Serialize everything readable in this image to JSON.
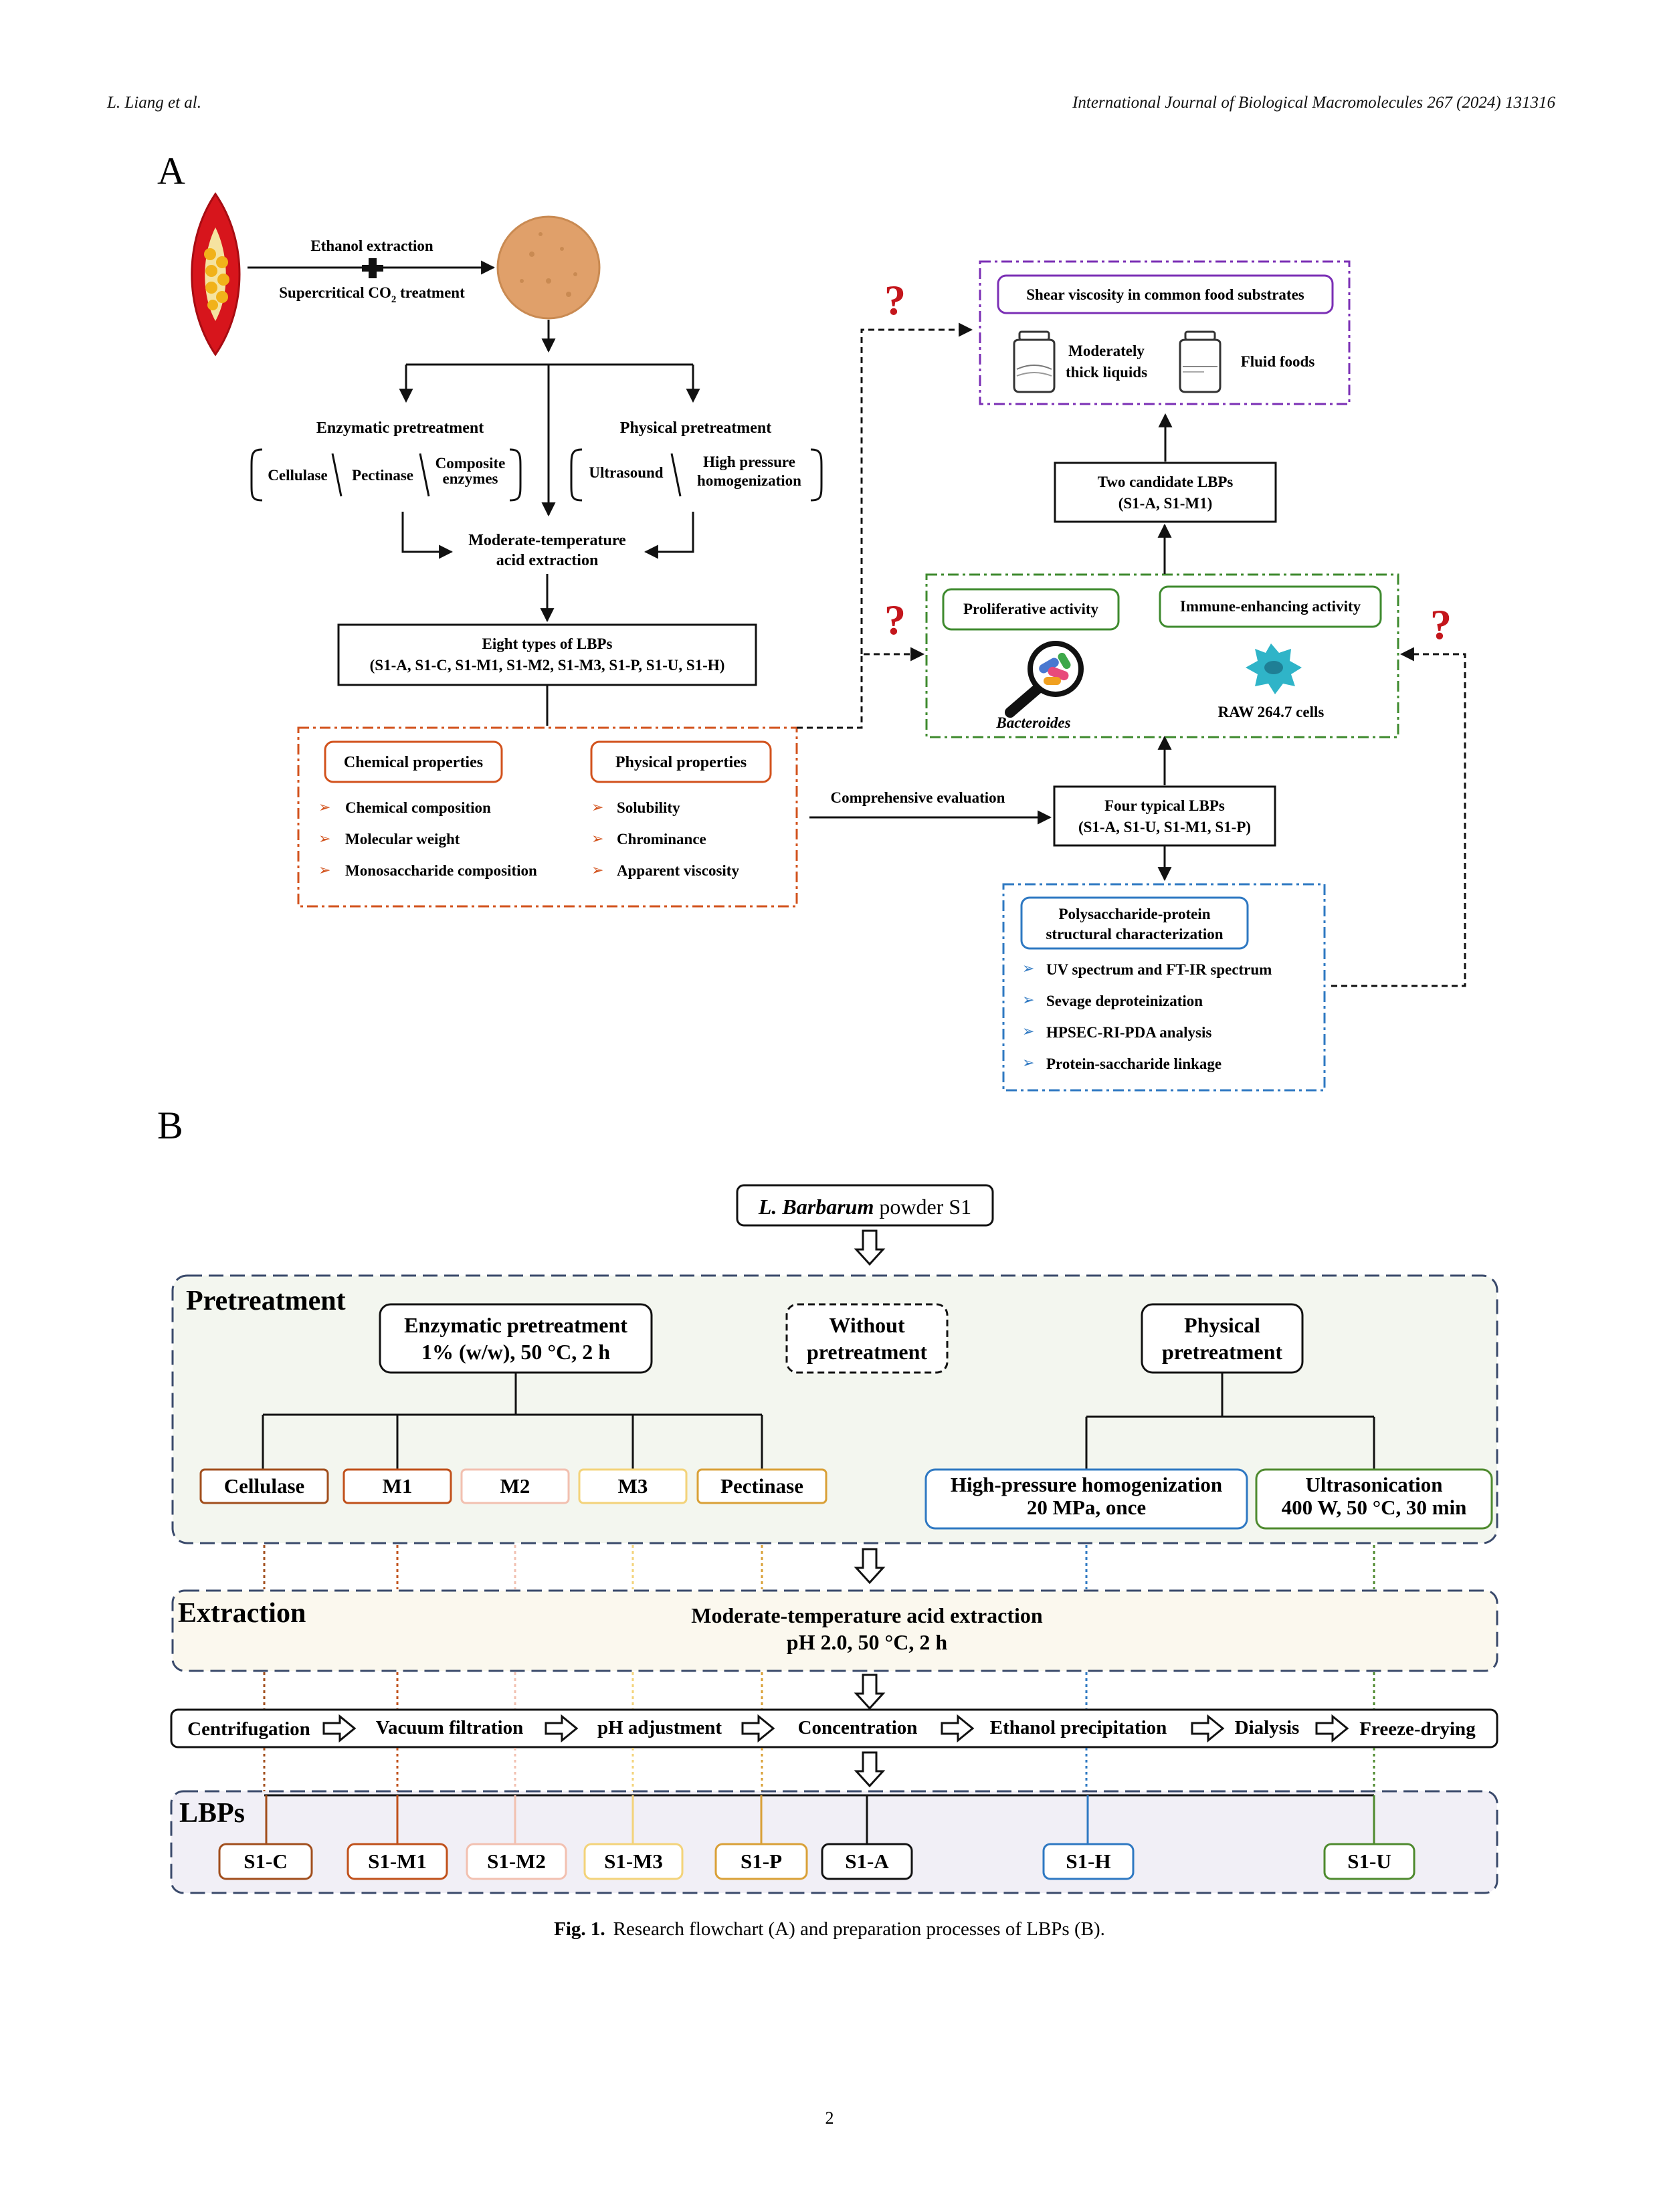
{
  "header": {
    "authors": "L. Liang et al.",
    "journal": "International Journal of Biological Macromolecules 267 (2024) 131316"
  },
  "panel_a": {
    "label": "A",
    "ethanol_extraction": "Ethanol extraction",
    "supercritical_pre": "Supercritical CO",
    "supercritical_sub": "2",
    "supercritical_post": " treatment",
    "enzymatic_pretreatment": "Enzymatic pretreatment",
    "physical_pretreatment": "Physical pretreatment",
    "cellulase": "Cellulase",
    "pectinase": "Pectinase",
    "composite_1": "Composite",
    "composite_2": "enzymes",
    "ultrasound": "Ultrasound",
    "hph_1": "High pressure",
    "hph_2": "homogenization",
    "moderate_1": "Moderate-temperature",
    "moderate_2": "acid extraction",
    "eight_1": "Eight types of LBPs",
    "eight_2": "(S1-A, S1-C, S1-M1, S1-M2, S1-M3, S1-P, S1-U, S1-H)",
    "chemical_properties": "Chemical properties",
    "physical_properties": "Physical properties",
    "chem_items": [
      "Chemical composition",
      "Molecular weight",
      "Monosaccharide composition"
    ],
    "phys_items": [
      "Solubility",
      "Chrominance",
      "Apparent viscosity"
    ],
    "comprehensive": "Comprehensive evaluation",
    "four_1": "Four typical LBPs",
    "four_2": "(S1-A, S1-U, S1-M1, S1-P)",
    "poly_1": "Polysaccharide-protein",
    "poly_2": "structural characterization",
    "poly_items": [
      "UV spectrum and FT-IR spectrum",
      "Sevage deproteinization",
      "HPSEC-RI-PDA analysis",
      "Protein-saccharide linkage"
    ],
    "proliferative": "Proliferative activity",
    "immune": "Immune-enhancing activity",
    "bacteroides": "Bacteroides",
    "raw_cells": "RAW 264.7 cells",
    "two_1": "Two candidate LBPs",
    "two_2": "(S1-A, S1-M1)",
    "shear": "Shear viscosity in common food substrates",
    "moderately_1": "Moderately",
    "moderately_2": "thick liquids",
    "fluid_foods": "Fluid foods",
    "question": "?"
  },
  "panel_b": {
    "label": "B",
    "powder_italic": "L. Barbarum",
    "powder_rest": " powder S1",
    "pretreatment": "Pretreatment",
    "enz_1": "Enzymatic pretreatment",
    "enz_2": "1% (w/w), 50 °C, 2 h",
    "without_1": "Without",
    "without_2": "pretreatment",
    "phys_1": "Physical",
    "phys_2": "pretreatment",
    "enzymes": [
      "Cellulase",
      "M1",
      "M2",
      "M3",
      "Pectinase"
    ],
    "hph_1": "High-pressure homogenization",
    "hph_2": "20 MPa, once",
    "us_1": "Ultrasonication",
    "us_2": "400 W, 50 °C, 30 min",
    "extraction": "Extraction",
    "ext_1": "Moderate-temperature acid extraction",
    "ext_2": "pH 2.0, 50 °C, 2 h",
    "steps": [
      "Centrifugation",
      "Vacuum filtration",
      "pH adjustment",
      "Concentration",
      "Ethanol precipitation",
      "Dialysis",
      "Freeze-drying"
    ],
    "lbps": "LBPs",
    "outputs": [
      "S1-C",
      "S1-M1",
      "S1-M2",
      "S1-M3",
      "S1-P",
      "S1-A",
      "S1-H",
      "S1-U"
    ]
  },
  "caption": {
    "label": "Fig. 1.",
    "text": "Research flowchart (A) and preparation processes of LBPs (B)."
  },
  "page_number": "2",
  "colors": {
    "orange": "#d2521c",
    "purple": "#7b2fb5",
    "green": "#3e8a2e",
    "blue": "#2e78c2",
    "red_question": "#c4161c",
    "navy_dash": "#3a4a6b",
    "cellulase": "#a14e1c",
    "m1": "#c0501a",
    "m2": "#f2c0b0",
    "m3": "#f3d37a",
    "pectinase": "#d9a037",
    "hph": "#2e78c2",
    "ultrasonication": "#4e8a2e",
    "pretreat_bg": "#f3f6ef",
    "extract_bg": "#fbf8ee",
    "lbps_bg": "#f1eff6"
  }
}
